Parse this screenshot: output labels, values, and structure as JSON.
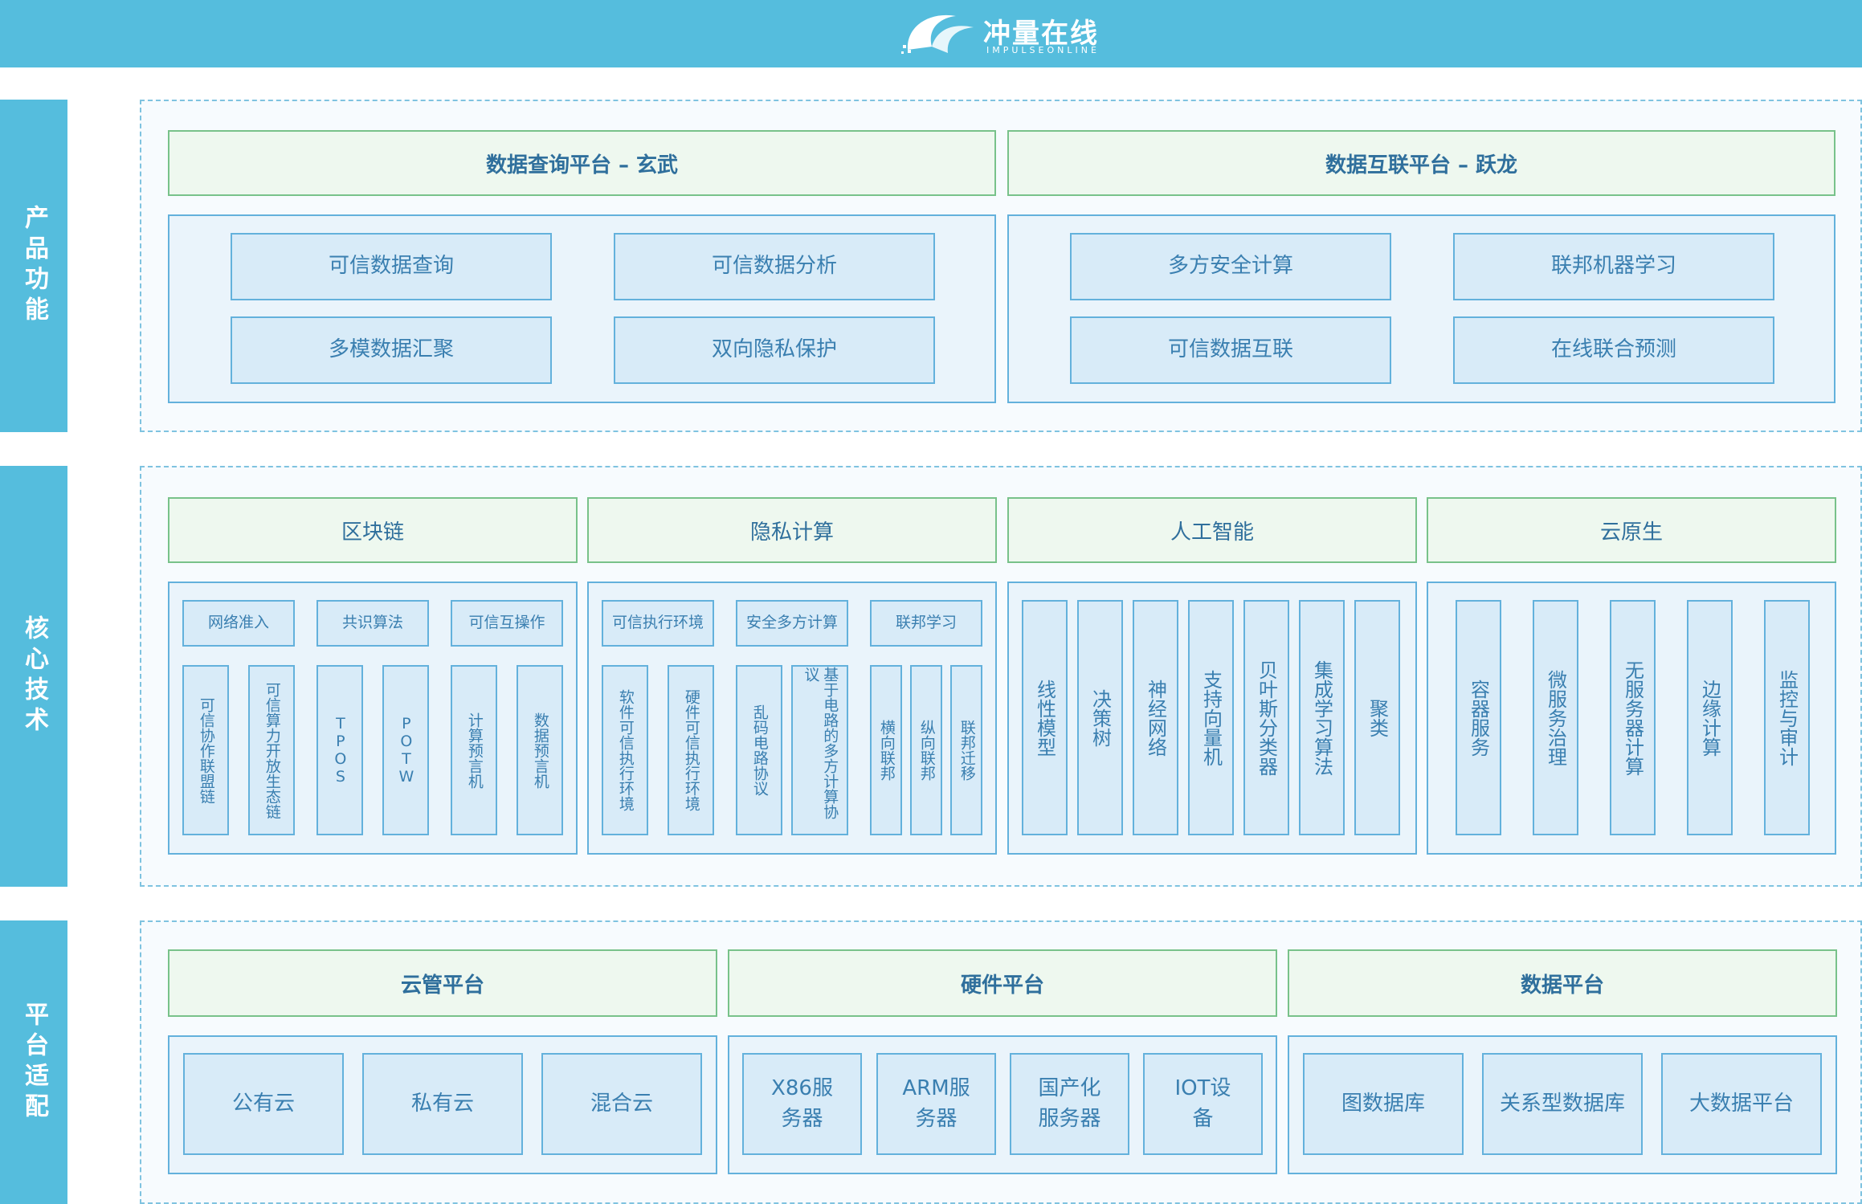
{
  "header": {
    "logo_text": "冲量在线",
    "logo_sub": "IMPULSEONLINE"
  },
  "sidebar": {
    "product": "产品功能",
    "core": "核心技术",
    "platform": "平台适配"
  },
  "product": {
    "left_title": "数据查询平台 – 玄武",
    "right_title": "数据互联平台 – 跃龙",
    "left_items": [
      "可信数据查询",
      "可信数据分析",
      "多模数据汇聚",
      "双向隐私保护"
    ],
    "right_items": [
      "多方安全计算",
      "联邦机器学习",
      "可信数据互联",
      "在线联合预测"
    ]
  },
  "core": {
    "blockchain": {
      "title": "区块链",
      "subs": [
        "网络准入",
        "共识算法",
        "可信互操作"
      ],
      "items": [
        "可信协作联盟链",
        "可信算力开放生态链",
        "TPOS",
        "POTW",
        "计算预言机",
        "数据预言机"
      ]
    },
    "privacy": {
      "title": "隐私计算",
      "subs": [
        "可信执行环境",
        "安全多方计算",
        "联邦学习"
      ],
      "items": [
        "软件可信执行环境",
        "硬件可信执行环境",
        "乱码电路协议",
        "基于电路的多方计算协议",
        "横向联邦",
        "纵向联邦",
        "联邦迁移"
      ]
    },
    "ai": {
      "title": "人工智能",
      "items": [
        "线性模型",
        "决策树",
        "神经网络",
        "支持向量机",
        "贝叶斯分类器",
        "集成学习算法",
        "聚类"
      ]
    },
    "cloud": {
      "title": "云原生",
      "items": [
        "容器服务",
        "微服务治理",
        "无服务器计算",
        "边缘计算",
        "监控与审计"
      ]
    }
  },
  "platform": {
    "cloud_mgmt": {
      "title": "云管平台",
      "items": [
        "公有云",
        "私有云",
        "混合云"
      ]
    },
    "hardware": {
      "title": "硬件平台",
      "items": [
        "X86服务器",
        "ARM服务器",
        "国产化服务器",
        "IOT设备"
      ]
    },
    "data": {
      "title": "数据平台",
      "items": [
        "图数据库",
        "关系型数据库",
        "大数据平台"
      ]
    }
  }
}
